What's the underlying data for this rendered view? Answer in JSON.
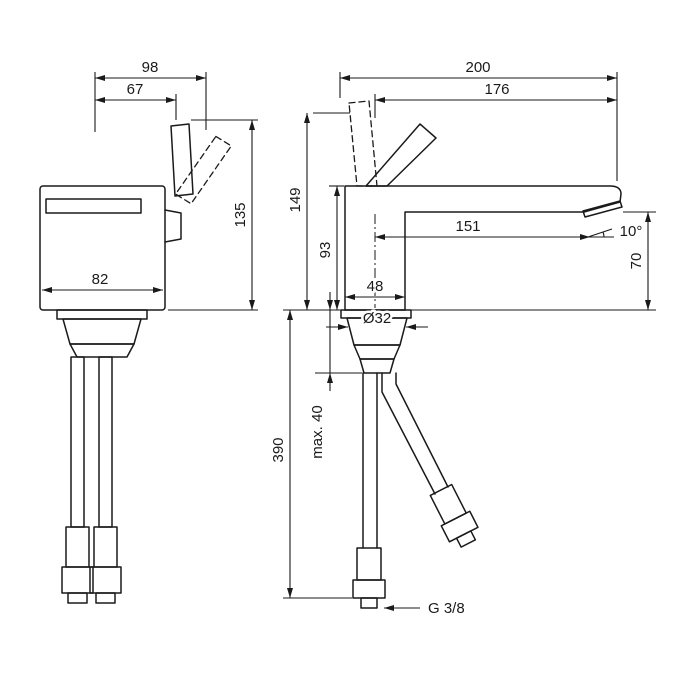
{
  "drawing": {
    "type": "technical-dimension-drawing",
    "subject": "single-hole basin mixer faucet, front view and side view with installation dimensions",
    "background": "#ffffff",
    "line_color": "#1a1a1a",
    "labels": {
      "front_top_outer": "98",
      "front_top_inner": "67",
      "front_height": "135",
      "front_body_width": "82",
      "side_top_outer": "200",
      "side_top_inner": "176",
      "side_total_height": "149",
      "side_spout_height": "93",
      "spout_reach": "151",
      "spray_angle": "10°",
      "tip_to_deck": "70",
      "body_depth": "48",
      "hole_diameter": "Ø32",
      "hose_length": "390",
      "max_mounting_thickness": "max. 40",
      "thread_size": "G 3/8"
    }
  }
}
